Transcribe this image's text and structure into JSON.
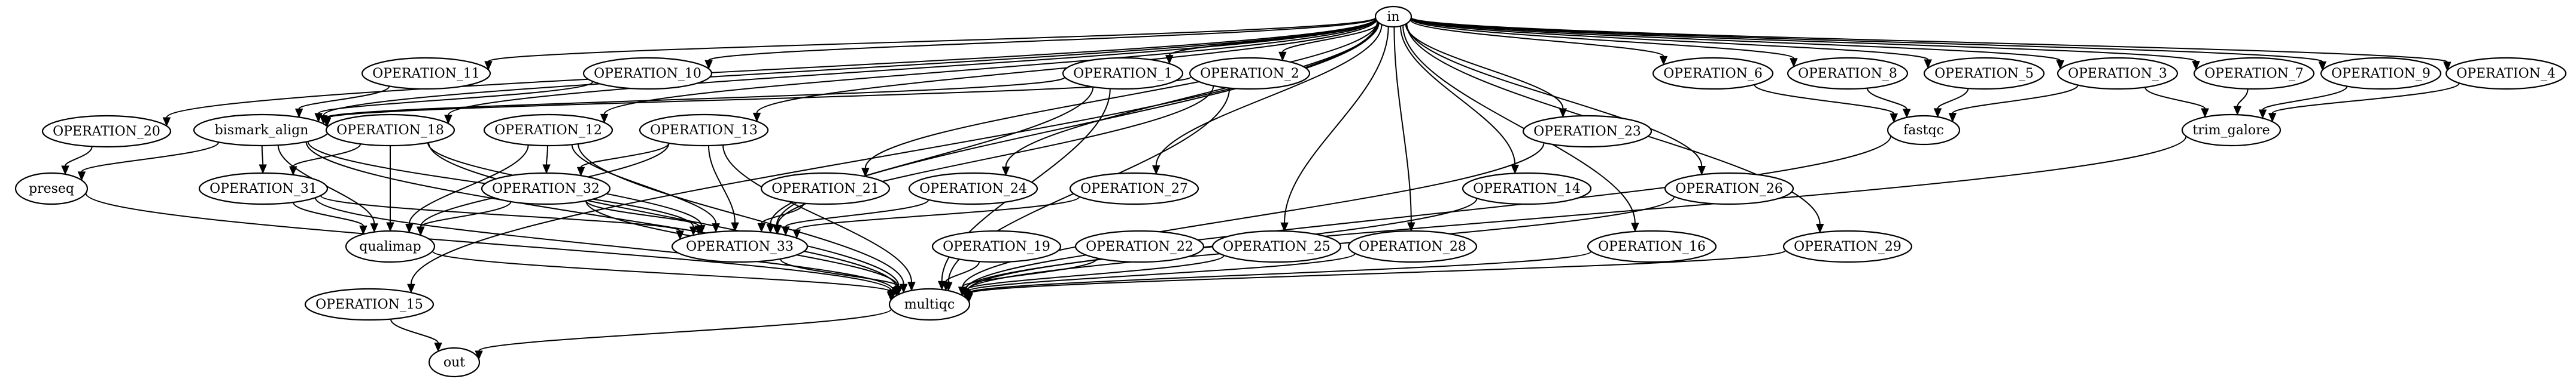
{
  "diagram": {
    "nodes": {
      "in": "in",
      "op11": "OPERATION_11",
      "op10": "OPERATION_10",
      "op1": "OPERATION_1",
      "op2": "OPERATION_2",
      "op6": "OPERATION_6",
      "op8": "OPERATION_8",
      "op5": "OPERATION_5",
      "op3": "OPERATION_3",
      "op7": "OPERATION_7",
      "op9": "OPERATION_9",
      "op4": "OPERATION_4",
      "op20": "OPERATION_20",
      "bismark": "bismark_align",
      "op18": "OPERATION_18",
      "op12": "OPERATION_12",
      "op13": "OPERATION_13",
      "op23": "OPERATION_23",
      "fastqc": "fastqc",
      "trim": "trim_galore",
      "preseq": "preseq",
      "op31": "OPERATION_31",
      "op32": "OPERATION_32",
      "op21": "OPERATION_21",
      "op24": "OPERATION_24",
      "op27": "OPERATION_27",
      "op14": "OPERATION_14",
      "op26": "OPERATION_26",
      "qualimap": "qualimap",
      "op33": "OPERATION_33",
      "op19": "OPERATION_19",
      "op22": "OPERATION_22",
      "op25": "OPERATION_25",
      "op28": "OPERATION_28",
      "op16": "OPERATION_16",
      "op29": "OPERATION_29",
      "op15": "OPERATION_15",
      "multiqc": "multiqc",
      "out": "out"
    },
    "edges": [
      [
        "in",
        "op11"
      ],
      [
        "in",
        "op10"
      ],
      [
        "in",
        "op1"
      ],
      [
        "in",
        "op2"
      ],
      [
        "in",
        "op6"
      ],
      [
        "in",
        "op8"
      ],
      [
        "in",
        "op5"
      ],
      [
        "in",
        "op3"
      ],
      [
        "in",
        "op7"
      ],
      [
        "in",
        "op9"
      ],
      [
        "in",
        "op4"
      ],
      [
        "in",
        "op20"
      ],
      [
        "in",
        "bismark"
      ],
      [
        "in",
        "op18"
      ],
      [
        "in",
        "op12"
      ],
      [
        "in",
        "op13"
      ],
      [
        "in",
        "op23"
      ],
      [
        "in",
        "op21"
      ],
      [
        "in",
        "op24"
      ],
      [
        "in",
        "op27"
      ],
      [
        "in",
        "op14"
      ],
      [
        "in",
        "op26"
      ],
      [
        "in",
        "op33"
      ],
      [
        "in",
        "op16"
      ],
      [
        "in",
        "op25"
      ],
      [
        "in",
        "op28"
      ],
      [
        "in",
        "op29"
      ],
      [
        "in",
        "op15"
      ],
      [
        "op11",
        "bismark"
      ],
      [
        "op10",
        "bismark"
      ],
      [
        "op1",
        "bismark"
      ],
      [
        "op2",
        "bismark"
      ],
      [
        "op6",
        "fastqc"
      ],
      [
        "op8",
        "fastqc"
      ],
      [
        "op5",
        "fastqc"
      ],
      [
        "op3",
        "fastqc"
      ],
      [
        "op3",
        "trim"
      ],
      [
        "op7",
        "trim"
      ],
      [
        "op9",
        "trim"
      ],
      [
        "op4",
        "trim"
      ],
      [
        "op20",
        "preseq"
      ],
      [
        "bismark",
        "preseq"
      ],
      [
        "bismark",
        "op31"
      ],
      [
        "bismark",
        "qualimap"
      ],
      [
        "bismark",
        "op33"
      ],
      [
        "bismark",
        "multiqc"
      ],
      [
        "op18",
        "op31"
      ],
      [
        "op18",
        "qualimap"
      ],
      [
        "op18",
        "op33"
      ],
      [
        "op18",
        "multiqc"
      ],
      [
        "op12",
        "op32"
      ],
      [
        "op12",
        "qualimap"
      ],
      [
        "op12",
        "op33"
      ],
      [
        "op12",
        "multiqc"
      ],
      [
        "op13",
        "op32"
      ],
      [
        "op13",
        "qualimap"
      ],
      [
        "op13",
        "op33"
      ],
      [
        "op13",
        "multiqc"
      ],
      [
        "op1",
        "op33"
      ],
      [
        "op1",
        "multiqc"
      ],
      [
        "op2",
        "op33"
      ],
      [
        "op2",
        "multiqc"
      ],
      [
        "op31",
        "qualimap"
      ],
      [
        "op31",
        "op33"
      ],
      [
        "op31",
        "multiqc"
      ],
      [
        "op32",
        "qualimap"
      ],
      [
        "op32",
        "op33"
      ],
      [
        "op32",
        "multiqc"
      ],
      [
        "op21",
        "op33"
      ],
      [
        "op24",
        "op33"
      ],
      [
        "op27",
        "op33"
      ],
      [
        "preseq",
        "multiqc"
      ],
      [
        "qualimap",
        "multiqc"
      ],
      [
        "op33",
        "multiqc"
      ],
      [
        "op19",
        "multiqc"
      ],
      [
        "op22",
        "multiqc"
      ],
      [
        "op25",
        "multiqc"
      ],
      [
        "op28",
        "multiqc"
      ],
      [
        "op16",
        "multiqc"
      ],
      [
        "op29",
        "multiqc"
      ],
      [
        "op23",
        "multiqc"
      ],
      [
        "op14",
        "multiqc"
      ],
      [
        "op26",
        "multiqc"
      ],
      [
        "fastqc",
        "multiqc"
      ],
      [
        "trim",
        "multiqc"
      ],
      [
        "multiqc",
        "out"
      ],
      [
        "op15",
        "out"
      ]
    ]
  }
}
